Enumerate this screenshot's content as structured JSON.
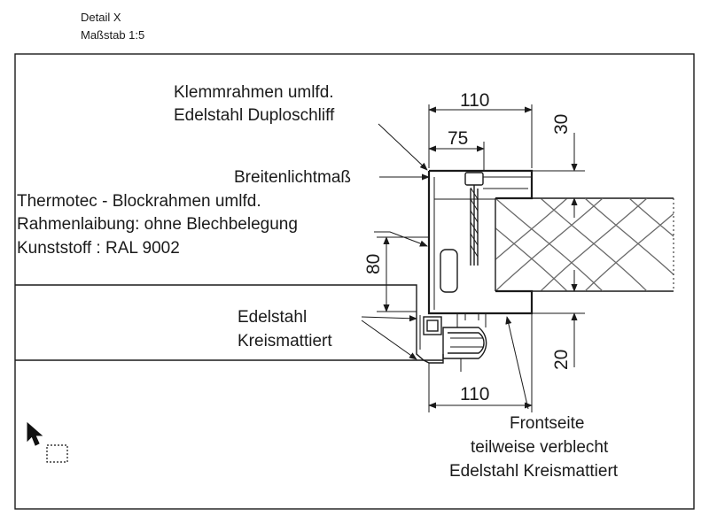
{
  "header": {
    "title": "Detail X",
    "scale": "Maßstab 1:5"
  },
  "labels": {
    "klemmrahmen_line1": "Klemmrahmen umlfd.",
    "klemmrahmen_line2": "Edelstahl Duploschliff",
    "breitenlichtmass": "Breitenlichtmaß",
    "thermotec_line1": "Thermotec - Blockrahmen umlfd.",
    "thermotec_line2": "Rahmenlaibung: ohne Blechbelegung",
    "thermotec_line3": "Kunststoff : RAL 9002",
    "edelstahl_line1": "Edelstahl",
    "edelstahl_line2": "Kreismattiert",
    "frontseite_line1": "Frontseite",
    "frontseite_line2": "teilweise verblecht",
    "frontseite_line3": "Edelstahl Kreismattiert"
  },
  "dimensions": {
    "top_width": "110",
    "inner_width": "75",
    "top_height": "30",
    "left_height": "80",
    "bottom_height": "20",
    "bottom_width": "110"
  },
  "cursor": {
    "icon": "arrow-cursor-with-selection-box"
  }
}
